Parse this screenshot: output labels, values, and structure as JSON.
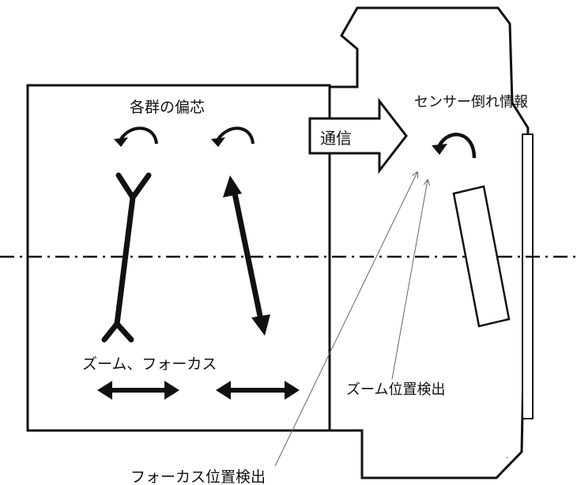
{
  "labels": {
    "decenter": "各群の偏芯",
    "sensor_tilt": "センサー倒れ情報",
    "communication": "通信",
    "zoom_focus": "ズーム、フォーカス",
    "zoom_position": "ズーム位置検出",
    "focus_position": "フォーカス位置検出"
  },
  "colors": {
    "line": "#111111",
    "fill": "#ffffff",
    "leader": "#666666"
  },
  "icons": {
    "rotation": "curved-arrow-icon",
    "double_arrow": "double-arrow-icon",
    "communication": "block-arrow-icon"
  }
}
